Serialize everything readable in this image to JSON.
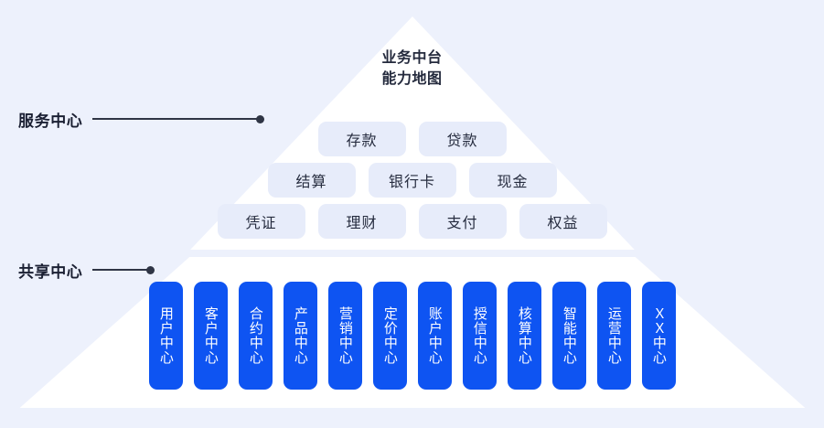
{
  "diagram": {
    "title_line_1": "业务中台",
    "title_line_2": "能力地图",
    "colors": {
      "background": "#edf1fc",
      "pyramid": "#ffffff",
      "pill_background": "#e7ecfa",
      "pill_text": "#262c3f",
      "card_background": "#0e54f2",
      "card_text": "#ffffff",
      "annotation": "#1b2033"
    }
  },
  "annotations": {
    "service_center": "服务中心",
    "shared_center": "共享中心"
  },
  "service_center": {
    "rows": [
      {
        "items": [
          "存款",
          "贷款"
        ]
      },
      {
        "items": [
          "结算",
          "银行卡",
          "现金"
        ]
      },
      {
        "items": [
          "凭证",
          "理财",
          "支付",
          "权益"
        ]
      }
    ]
  },
  "shared_center": {
    "cards": [
      "用户中心",
      "客户中心",
      "合约中心",
      "产品中心",
      "营销中心",
      "定价中心",
      "账户中心",
      "授信中心",
      "核算中心",
      "智能中心",
      "运营中心",
      "ＸＸ中心"
    ]
  }
}
